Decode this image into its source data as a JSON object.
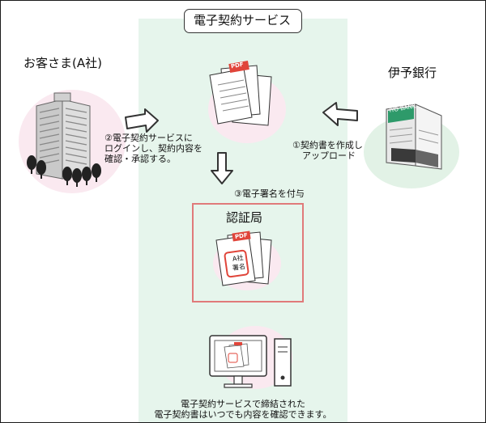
{
  "service": {
    "title": "電子契約サービス"
  },
  "customer": {
    "label": "お客さま(A社)"
  },
  "bank": {
    "label": "伊予銀行",
    "logo_text": "IYO BANK"
  },
  "steps": {
    "step1_line1": "①契約書を作成し",
    "step1_line2": "アップロード",
    "step2_line1": "②電子契約サービスに",
    "step2_line2": "ログインし、契約内容を",
    "step2_line3": "確認・承認する。",
    "step3": "③電子署名を付与"
  },
  "ca": {
    "label": "認証局",
    "stamp_line1": "A社",
    "stamp_line2": "署名"
  },
  "doc_badge": "PDF",
  "footer": {
    "line1": "電子契約サービスで締結された",
    "line2": "電子契約書はいつでも内容を確認できます。"
  },
  "colors": {
    "band": "#e6f5ec",
    "pink_blob": "#fae9f0",
    "green_blob": "#e2f2e6",
    "pdf_red": "#e0453a",
    "ca_border": "#e07a7a",
    "bank_green": "#2e9a6a"
  }
}
